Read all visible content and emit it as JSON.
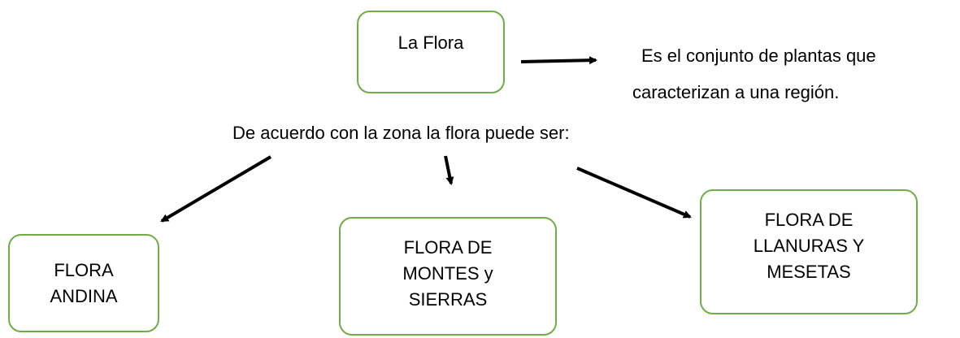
{
  "diagram": {
    "main_concept": "La Flora",
    "definition": {
      "line1": "Es el conjunto de plantas que",
      "line2": "caracterizan a una región."
    },
    "subtitle": "De acuerdo con la zona la flora puede ser:",
    "categories": {
      "andina": [
        "FLORA",
        "ANDINA"
      ],
      "montes": [
        "FLORA DE",
        "MONTES y",
        "SIERRAS"
      ],
      "llanuras": [
        "FLORA DE",
        "LLANURAS Y",
        "MESETAS"
      ]
    },
    "colors": {
      "box_border": "#70ad47",
      "text": "#000000",
      "arrow": "#000000"
    }
  }
}
